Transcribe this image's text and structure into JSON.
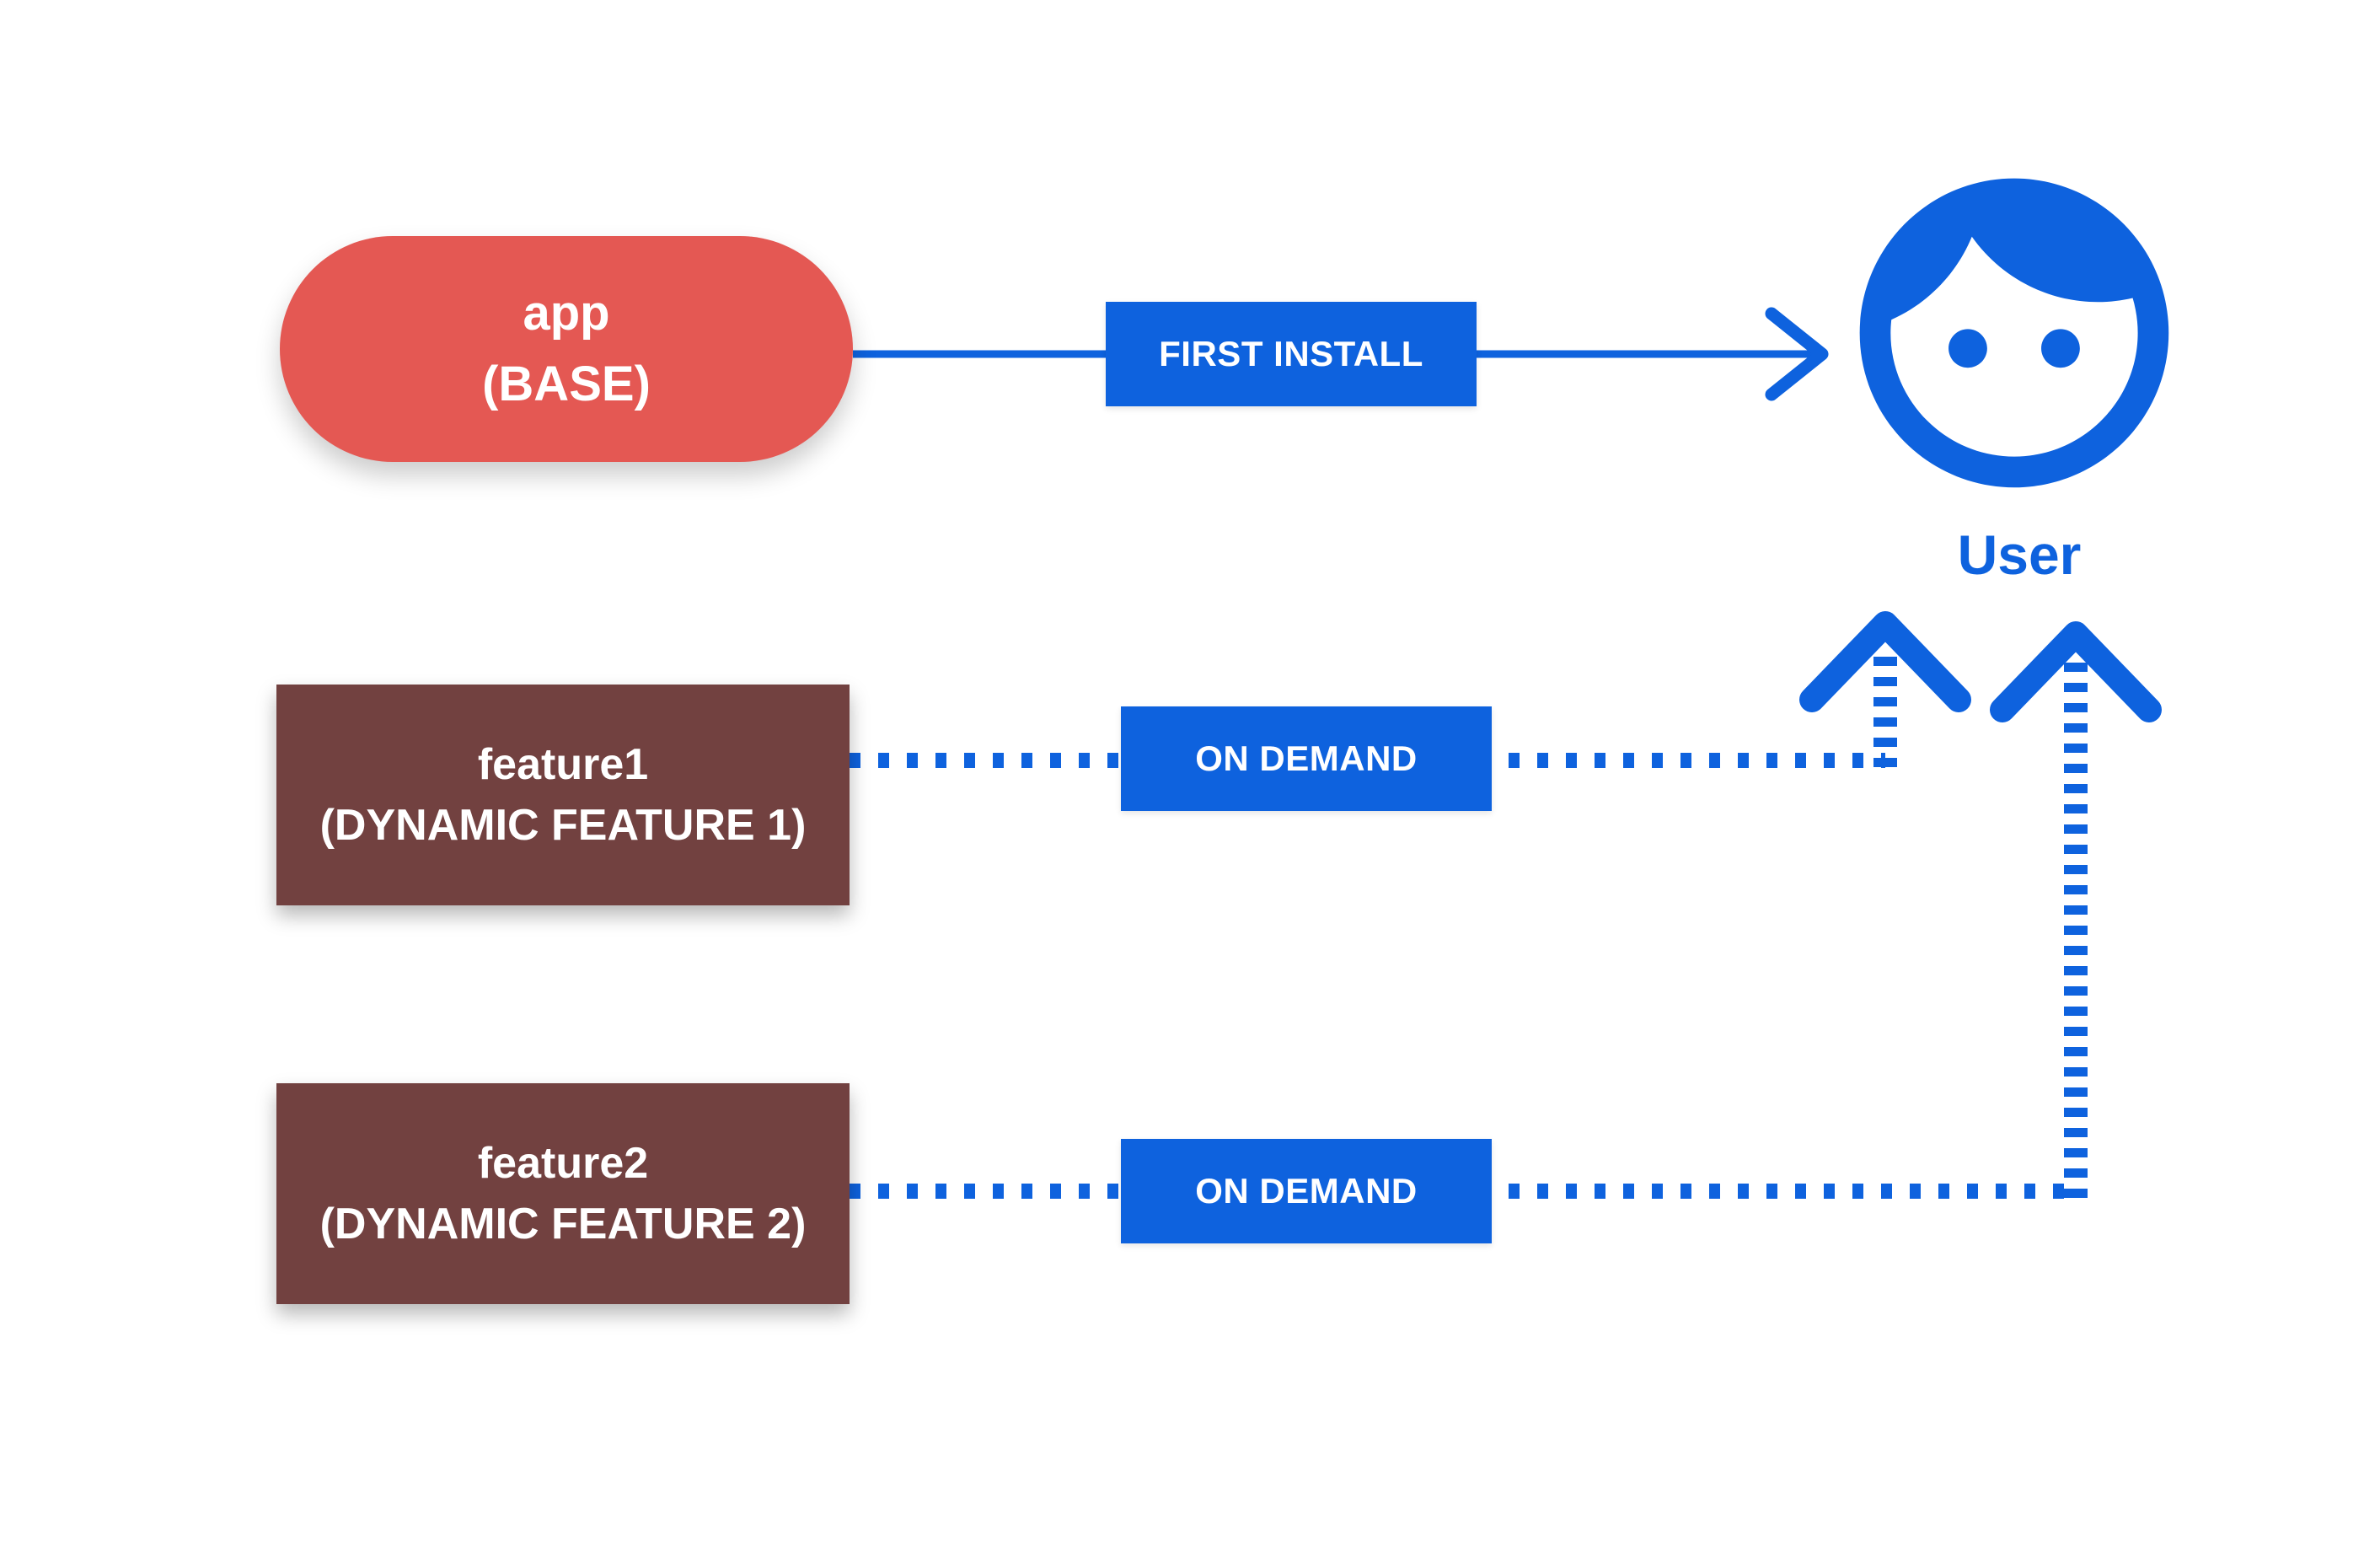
{
  "diagram": {
    "title_hint": "app bundle dynamic feature delivery diagram",
    "colors": {
      "background": "#ffffff",
      "accent_blue": "#0E62DE",
      "base_node_red": "#E45853",
      "feature_node_maroon": "#724140",
      "node_text": "#ffffff"
    },
    "nodes": {
      "app_base": {
        "line1": "app",
        "line2": "(BASE)"
      },
      "feature1": {
        "line1": "feature1",
        "line2": "(DYNAMIC FEATURE 1)"
      },
      "feature2": {
        "line1": "feature2",
        "line2": "(DYNAMIC FEATURE 2)"
      },
      "user": {
        "label": "User"
      }
    },
    "edges": {
      "first_install": {
        "label": "FIRST INSTALL",
        "style": "solid",
        "from": "app_base",
        "to": "user"
      },
      "on_demand_1": {
        "label": "ON DEMAND",
        "style": "dotted",
        "from": "feature1",
        "to": "user"
      },
      "on_demand_2": {
        "label": "ON DEMAND",
        "style": "dotted",
        "from": "feature2",
        "to": "user"
      }
    },
    "icons": {
      "user_face": "face-icon",
      "arrow_right": "arrow-right-chevron",
      "arrow_up": "arrow-up-chevron"
    }
  }
}
